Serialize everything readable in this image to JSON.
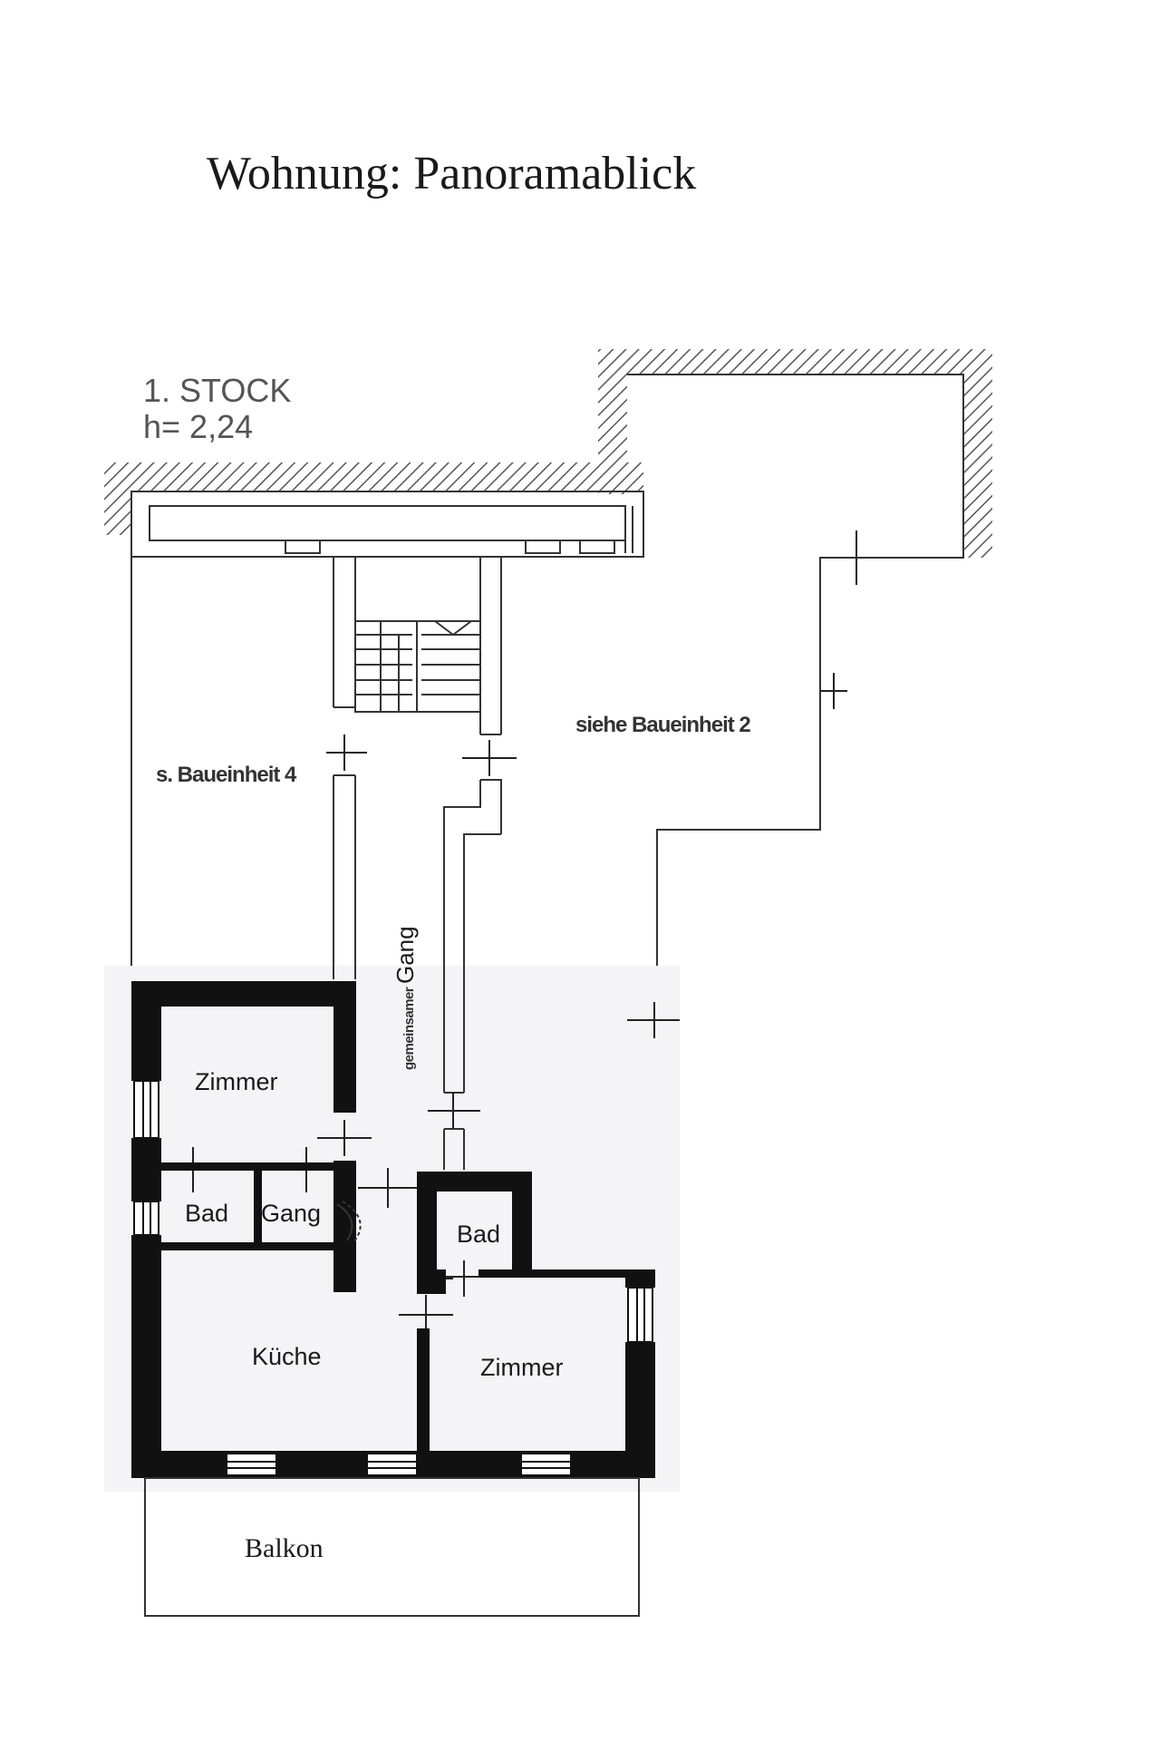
{
  "title": "Wohnung: Panoramablick",
  "floor": {
    "level": "1. STOCK",
    "height": "h= 2,24"
  },
  "labels": {
    "baueinheit_4": "s. Baueinheit 4",
    "baueinheit_2": "siehe Baueinheit 2",
    "gang_prefix": "gemeinsamer",
    "gang_word": "Gang"
  },
  "rooms": {
    "zimmer_1": "Zimmer",
    "bad_1": "Bad",
    "gang": "Gang",
    "kueche": "Küche",
    "bad_2": "Bad",
    "zimmer_2": "Zimmer",
    "balkon": "Balkon"
  }
}
